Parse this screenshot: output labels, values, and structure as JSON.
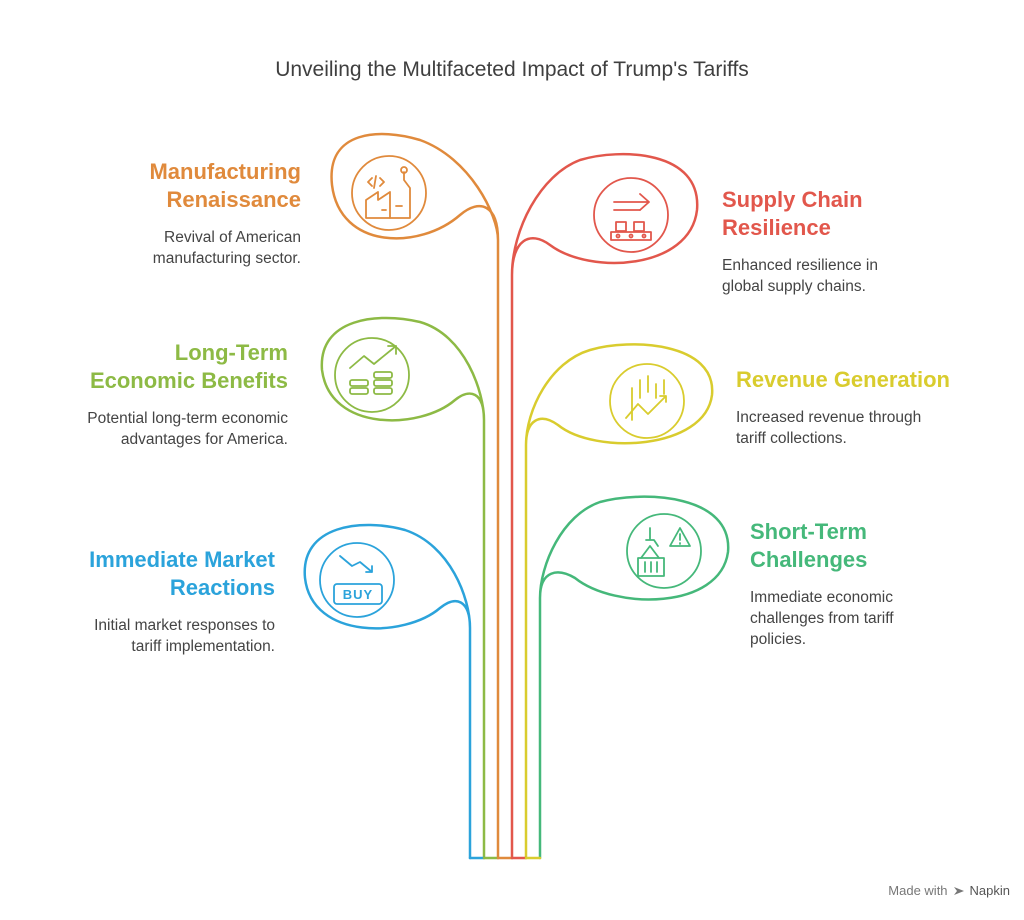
{
  "title": "Unveiling the Multifaceted Impact of Trump's Tariffs",
  "branches": [
    {
      "heading": "Manufacturing Renaissance",
      "description": "Revival of American manufacturing sector.",
      "color": "#E08A3C",
      "icon": "factory-icon"
    },
    {
      "heading": "Supply Chain Resilience",
      "description": "Enhanced resilience in global supply chains.",
      "color": "#E2574C",
      "icon": "conveyor-arrow-icon"
    },
    {
      "heading": "Long-Term Economic Benefits",
      "description": "Potential long-term economic advantages for America.",
      "color": "#8DBA45",
      "icon": "coins-growth-icon"
    },
    {
      "heading": "Revenue Generation",
      "description": "Increased revenue through tariff collections.",
      "color": "#D9CC2E",
      "icon": "rising-chart-icon"
    },
    {
      "heading": "Immediate Market Reactions",
      "description": "Initial market responses to tariff implementation.",
      "color": "#2BA3DB",
      "icon": "buy-decline-icon"
    },
    {
      "heading": "Short-Term Challenges",
      "description": "Immediate economic challenges from tariff policies.",
      "color": "#45B87A",
      "icon": "container-warning-icon"
    }
  ],
  "footer": {
    "made_with": "Made with",
    "brand": "Napkin"
  }
}
